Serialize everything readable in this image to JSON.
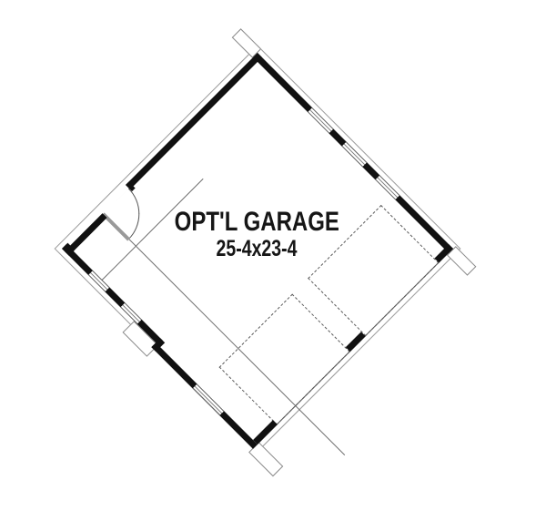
{
  "plan": {
    "room_label": "OPT'L GARAGE",
    "dimensions_label": "25-4x23-4",
    "wall_color": "#111111",
    "outline_color": "#9a9a9a",
    "dashed_color": "#5c5c5c",
    "text_color": "#161616",
    "features": {
      "entry_door": "hinged door with quarter-circle swing arc on upper-left wall",
      "windows_upper_right_wall": 3,
      "windows_lower_left_wall": 3,
      "garage_door_openings": 2,
      "overhead_doors_dashed": 2,
      "corner_piers": 4
    }
  }
}
